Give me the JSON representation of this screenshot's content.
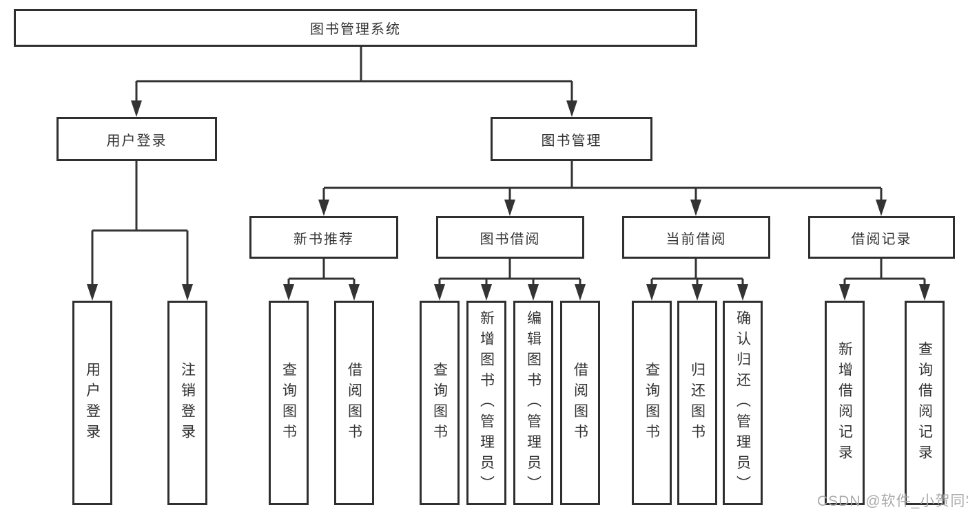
{
  "diagram": {
    "type": "hierarchy-tree",
    "title": "图书管理系统",
    "watermark": "CSDN @软件_小贺同学",
    "colors": {
      "line": "#333333",
      "box_border": "#2f2f2f",
      "box_fill": "#ffffff",
      "text": "#333333",
      "watermark": "#a8a8a8",
      "background": "#ffffff"
    },
    "root": {
      "label": "图书管理系统"
    },
    "level1": [
      {
        "label": "用户登录",
        "parent": "图书管理系统"
      },
      {
        "label": "图书管理",
        "parent": "图书管理系统"
      }
    ],
    "level2": [
      {
        "label": "新书推荐",
        "parent": "图书管理"
      },
      {
        "label": "图书借阅",
        "parent": "图书管理"
      },
      {
        "label": "当前借阅",
        "parent": "图书管理"
      },
      {
        "label": "借阅记录",
        "parent": "图书管理"
      }
    ],
    "leaves": [
      {
        "label": "用户登录",
        "parent": "用户登录"
      },
      {
        "label": "注销登录",
        "parent": "用户登录"
      },
      {
        "label": "查询图书",
        "parent": "新书推荐"
      },
      {
        "label": "借阅图书",
        "parent": "新书推荐"
      },
      {
        "label": "查询图书",
        "parent": "图书借阅"
      },
      {
        "label": "新增图书（管理员）",
        "parent": "图书借阅"
      },
      {
        "label": "编辑图书（管理员）",
        "parent": "图书借阅"
      },
      {
        "label": "借阅图书",
        "parent": "图书借阅"
      },
      {
        "label": "查询图书",
        "parent": "当前借阅"
      },
      {
        "label": "归还图书",
        "parent": "当前借阅"
      },
      {
        "label": "确认归还（管理员）",
        "parent": "当前借阅"
      },
      {
        "label": "新增借阅记录",
        "parent": "借阅记录"
      },
      {
        "label": "查询借阅记录",
        "parent": "借阅记录"
      }
    ]
  }
}
